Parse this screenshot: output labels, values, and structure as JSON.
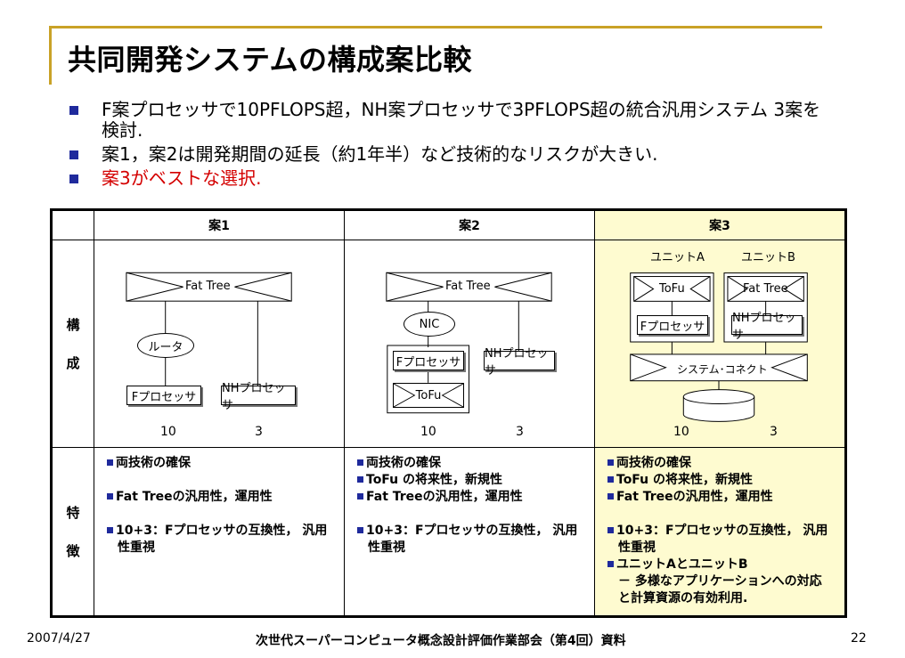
{
  "title": "共同開発システムの構成案比較",
  "bullets": [
    "F案プロセッサで10PFLOPS超，NH案プロセッサで3PFLOPS超の統合汎用システム 3案を検討.",
    "案1，案2は開発期間の延長（約1年半）など技術的なリスクが大きい.",
    "案3がベストな選択."
  ],
  "table": {
    "headers": [
      "案1",
      "案2",
      "案3"
    ],
    "row_config_label": [
      "構",
      "成"
    ],
    "row_feature_label": [
      "特",
      "徴"
    ],
    "plan1": {
      "fat_tree": "Fat Tree",
      "router": "ルータ",
      "f_proc": "Fプロセッサ",
      "nh_proc": "NHプロセッサ",
      "num_left": "10",
      "num_right": "3"
    },
    "plan2": {
      "fat_tree": "Fat Tree",
      "nic": "NIC",
      "f_proc": "Fプロセッサ",
      "tofu": "ToFu",
      "nh_proc": "NHプロセッサ",
      "num_left": "10",
      "num_right": "3"
    },
    "plan3": {
      "unit_a": "ユニットA",
      "unit_b": "ユニットB",
      "tofu": "ToFu",
      "fat_tree": "Fat Tree",
      "f_proc": "Fプロセッサ",
      "nh_proc": "NHプロセッサ",
      "sys_connect": "システム･コネクト",
      "num_left": "10",
      "num_right": "3"
    },
    "features": {
      "plan1": {
        "f1": "両技術の確保",
        "f2": "Fat Treeの汎用性，運用性",
        "f3a": "10+3：Fプロセッサの互換性， 汎用",
        "f3b": "性重視"
      },
      "plan2": {
        "f1": "両技術の確保",
        "f2": "ToFu の将来性，新規性",
        "f3": "Fat Treeの汎用性，運用性",
        "f4a": "10+3：Fプロセッサの互換性， 汎用",
        "f4b": "性重視"
      },
      "plan3": {
        "f1": "両技術の確保",
        "f2": "ToFu の将来性，新規性",
        "f3": "Fat Treeの汎用性，運用性",
        "f4a": "10+3：Fプロセッサの互換性， 汎用",
        "f4b": "性重視",
        "f5": "ユニットAとユニットB",
        "f5b": "－ 多様なアプリケーションへの対応",
        "f5c": "と計算資源の有効利用."
      }
    }
  },
  "footer": {
    "date": "2007/4/27",
    "center": "次世代スーパーコンピュータ概念設計評価作業部会（第4回）資料",
    "page": "22"
  },
  "colors": {
    "accent": "#c9a227",
    "bullet": "#1f2a9c",
    "highlight_text": "#d40000",
    "plan3_bg": "#fefbd0"
  }
}
